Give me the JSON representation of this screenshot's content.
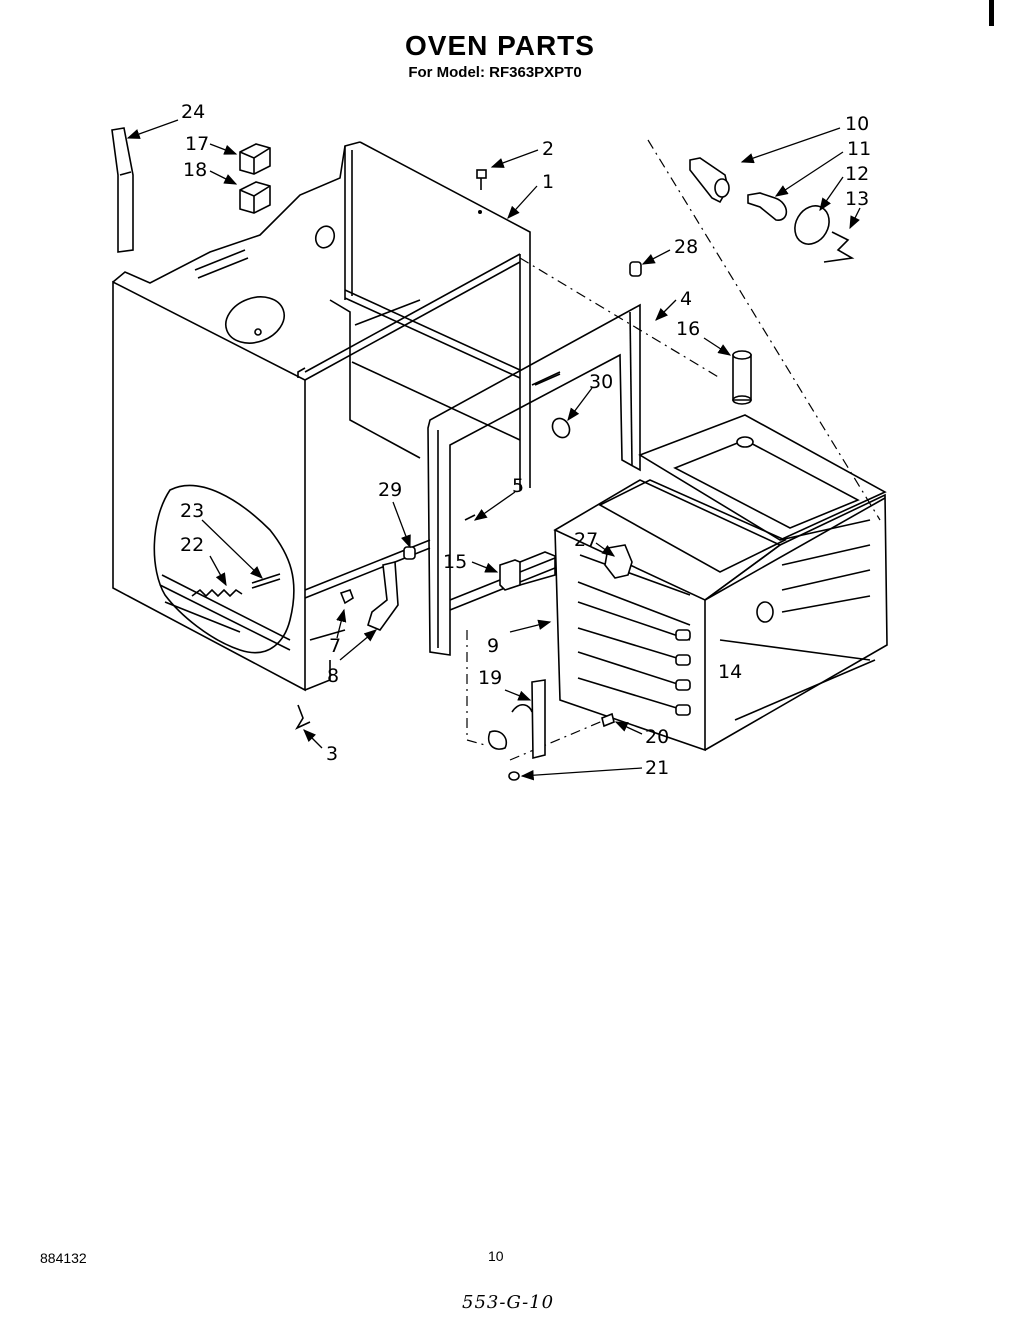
{
  "header": {
    "title": "OVEN PARTS",
    "model_line": "For Model: RF363PXPT0"
  },
  "callouts": {
    "c1": "1",
    "c2": "2",
    "c3": "3",
    "c4": "4",
    "c5": "5",
    "c7": "7",
    "c8": "8",
    "c9": "9",
    "c10": "10",
    "c11": "11",
    "c12": "12",
    "c13": "13",
    "c14": "14",
    "c15": "15",
    "c16": "16",
    "c17": "17",
    "c18": "18",
    "c19": "19",
    "c20": "20",
    "c21": "21",
    "c22": "22",
    "c23": "23",
    "c24": "24",
    "c27": "27",
    "c28": "28",
    "c29": "29",
    "c30": "30"
  },
  "footer": {
    "doc_number": "884132",
    "page_number": "10",
    "handwritten_code": "553-G-10"
  }
}
